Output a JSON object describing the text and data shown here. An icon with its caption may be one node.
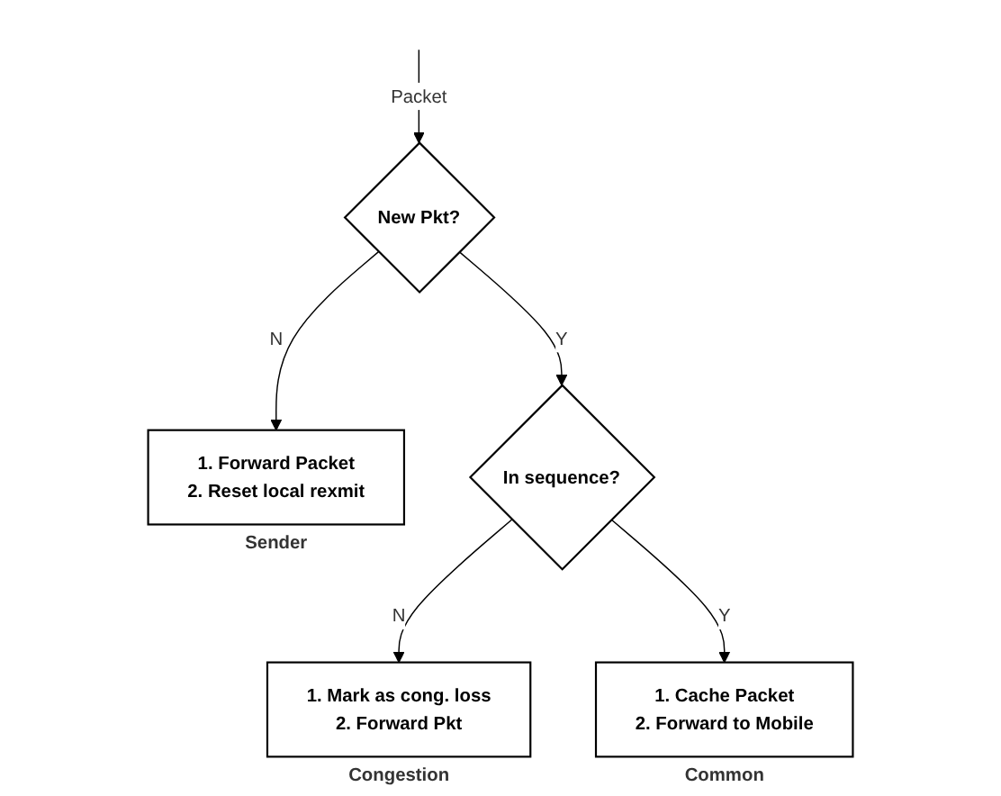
{
  "diagram": {
    "nodes": [
      {
        "text": [
          "New Pkt?"
        ]
      },
      {
        "text": [
          "1. Forward Packet",
          "2. Reset local rexmit"
        ],
        "beside": [
          "Sender"
        ]
      },
      {
        "text": [
          "In sequence?"
        ]
      },
      {
        "text": [
          "1. Mark as cong. loss",
          "2. Forward Pkt"
        ],
        "beside": [
          "Congestion"
        ]
      },
      {
        "text": [
          "1. Cache Packet",
          "2. Forward to Mobile"
        ],
        "beside": [
          "Common"
        ]
      }
    ],
    "edges": [
      {
        "from": null,
        "to": 0,
        "arrow": "to",
        "label": "Packet"
      },
      {
        "from": 0,
        "to": 1,
        "arrow": "to",
        "label": "N"
      },
      {
        "from": 0,
        "to": 2,
        "arrow": "to",
        "label": "Y"
      },
      {
        "from": 2,
        "to": 3,
        "arrow": "to",
        "label": "N"
      },
      {
        "from": 2,
        "to": 4,
        "arrow": "to",
        "label": "Y"
      }
    ]
  }
}
